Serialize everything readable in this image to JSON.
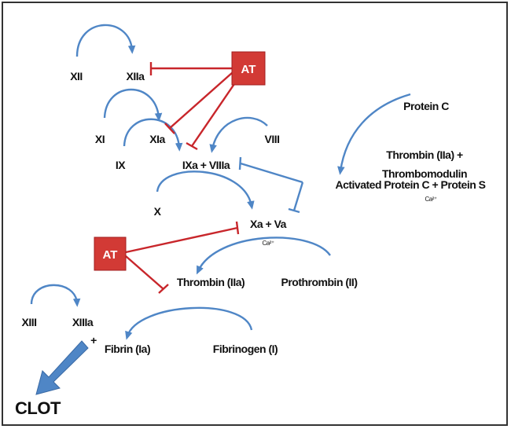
{
  "labels": {
    "xii": "XII",
    "xiia": "XIIa",
    "xi": "XI",
    "xia": "XIa",
    "ix": "IX",
    "ixa_viiia": "IXa + VIIIa",
    "viii": "VIII",
    "protein_c": "Protein C",
    "thrombin_plus": "Thrombin (IIa) +",
    "thrombomodulin": "Thrombomodulin",
    "apc_ps": "Activated Protein C + Protein S",
    "ca_1": "Ca²⁺",
    "x": "X",
    "xa_va": "Xa + Va",
    "ca_2": "Ca²⁺",
    "thrombin": "Thrombin (IIa)",
    "prothrombin": "Prothrombin (II)",
    "xiii": "XIII",
    "xiiia": "XIIIa",
    "plus": "+",
    "fibrin": "Fibrin (Ia)",
    "fibrinogen": "Fibrinogen (I)",
    "clot": "CLOT"
  },
  "inhibitors": {
    "at_top": "AT",
    "at_bottom": "AT"
  },
  "colors": {
    "activation": "#4f86c6",
    "inhibition": "#c8262b",
    "at_box": "#d23a35"
  }
}
